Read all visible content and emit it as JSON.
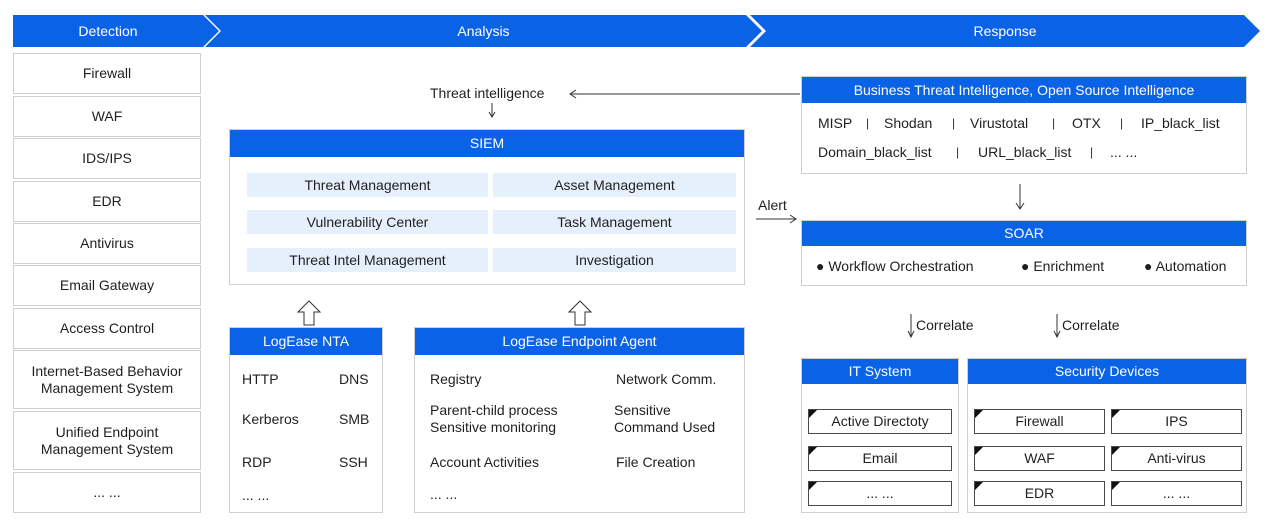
{
  "header": {
    "detection": "Detection",
    "analysis": "Analysis",
    "response": "Response"
  },
  "detection_items": [
    "Firewall",
    "WAF",
    "IDS/IPS",
    "EDR",
    "Antivirus",
    "Email Gateway",
    "Access Control",
    "Internet-Based Behavior Management System",
    "Unified Endpoint Management System",
    "... ..."
  ],
  "threat_intelligence_label": "Threat intelligence",
  "siem": {
    "title": "SIEM",
    "cells": [
      "Threat Management",
      "Asset Management",
      "Vulnerability Center",
      "Task Management",
      "Threat Intel Management",
      "Investigation"
    ]
  },
  "nta": {
    "title": "LogEase NTA",
    "items": [
      "HTTP",
      "DNS",
      "Kerberos",
      "SMB",
      "RDP",
      "SSH",
      "... ..."
    ]
  },
  "agent": {
    "title": "LogEase Endpoint Agent",
    "items": [
      "Registry",
      "Network Comm.",
      "Parent-child process Sensitive monitoring",
      "Sensitive Command Used",
      "Account Activities",
      "File Creation",
      "... ..."
    ]
  },
  "alert_label": "Alert",
  "bti": {
    "title": "Business Threat Intelligence, Open Source Intelligence",
    "row1": [
      "MISP",
      "Shodan",
      "Virustotal",
      "OTX",
      "IP_black_list"
    ],
    "row2": [
      "Domain_black_list",
      "URL_black_list",
      "... ..."
    ],
    "separator": "|"
  },
  "soar": {
    "title": "SOAR",
    "items": [
      "● Workflow Orchestration",
      "● Enrichment",
      "● Automation"
    ]
  },
  "correlate_label": "Correlate",
  "it_system": {
    "title": "IT System",
    "items": [
      "Active Directoty",
      "Email",
      "... ..."
    ]
  },
  "security_devices": {
    "title": "Security Devices",
    "items": [
      "Firewall",
      "IPS",
      "WAF",
      "Anti-virus",
      "EDR",
      "... ..."
    ]
  },
  "colors": {
    "accent": "#0a63e6",
    "cell_bg": "#e6effc",
    "border": "#cfcfcf"
  },
  "icons": [
    "arrow-left-icon",
    "arrow-down-icon",
    "arrow-right-icon",
    "hollow-up-arrow-icon",
    "folded-corner-icon"
  ]
}
